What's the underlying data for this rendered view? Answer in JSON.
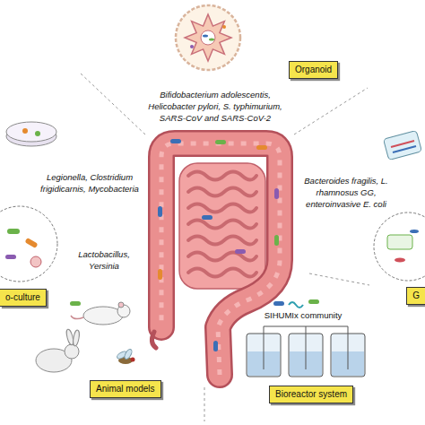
{
  "diagram": {
    "nodes": [
      {
        "text": [
          "Organoid"
        ]
      },
      {
        "text": [
          "o-culture"
        ]
      },
      {
        "text": [
          "G"
        ]
      },
      {
        "text": [
          "Animal models"
        ]
      },
      {
        "text": [
          "Bioreactor system"
        ]
      }
    ],
    "labels": [
      "Bifidobacterium adolescentis, Helicobacter pylori, S. typhimurium, SARS-CoV and SARS-CoV-2",
      "Legionella, Clostridium frigidicarnis, Mycobacteria",
      "Bacteroides fragilis, L. rhamnosus GG, enteroinvasive E. coli",
      "Lactobacillus, Yersinia",
      "SIHUMIx community"
    ]
  }
}
